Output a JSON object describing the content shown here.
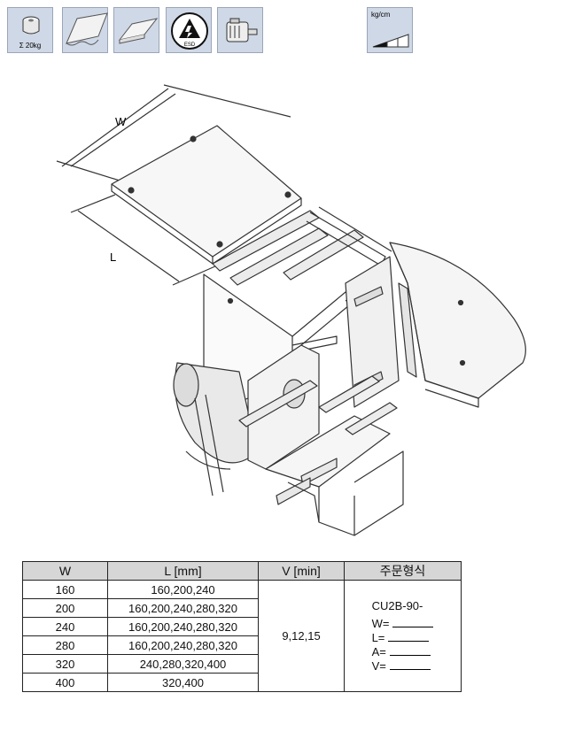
{
  "icons": {
    "load_caption": "Σ 20kg",
    "kg_caption": "kg/cm",
    "items": [
      "weight-icon",
      "belt-profile-icon",
      "flat-belt-icon",
      "esd-icon",
      "motor-icon",
      "load-gradient-icon"
    ],
    "esd_text": "ESD"
  },
  "drawing": {
    "w_label": "W",
    "l_label": "L"
  },
  "table": {
    "headers": [
      "W",
      "L [mm]",
      "V [min]",
      "주문형식"
    ],
    "rows": [
      {
        "w": "160",
        "l": "160,200,240"
      },
      {
        "w": "200",
        "l": "160,200,240,280,320"
      },
      {
        "w": "240",
        "l": "160,200,240,280,320"
      },
      {
        "w": "280",
        "l": "160,200,240,280,320"
      },
      {
        "w": "320",
        "l": "240,280,320,400"
      },
      {
        "w": "400",
        "l": "320,400"
      }
    ],
    "v_values": "9,12,15",
    "order": {
      "code": "CU2B-90-",
      "fields": [
        "W=",
        "L=",
        "A=",
        "V="
      ]
    }
  }
}
